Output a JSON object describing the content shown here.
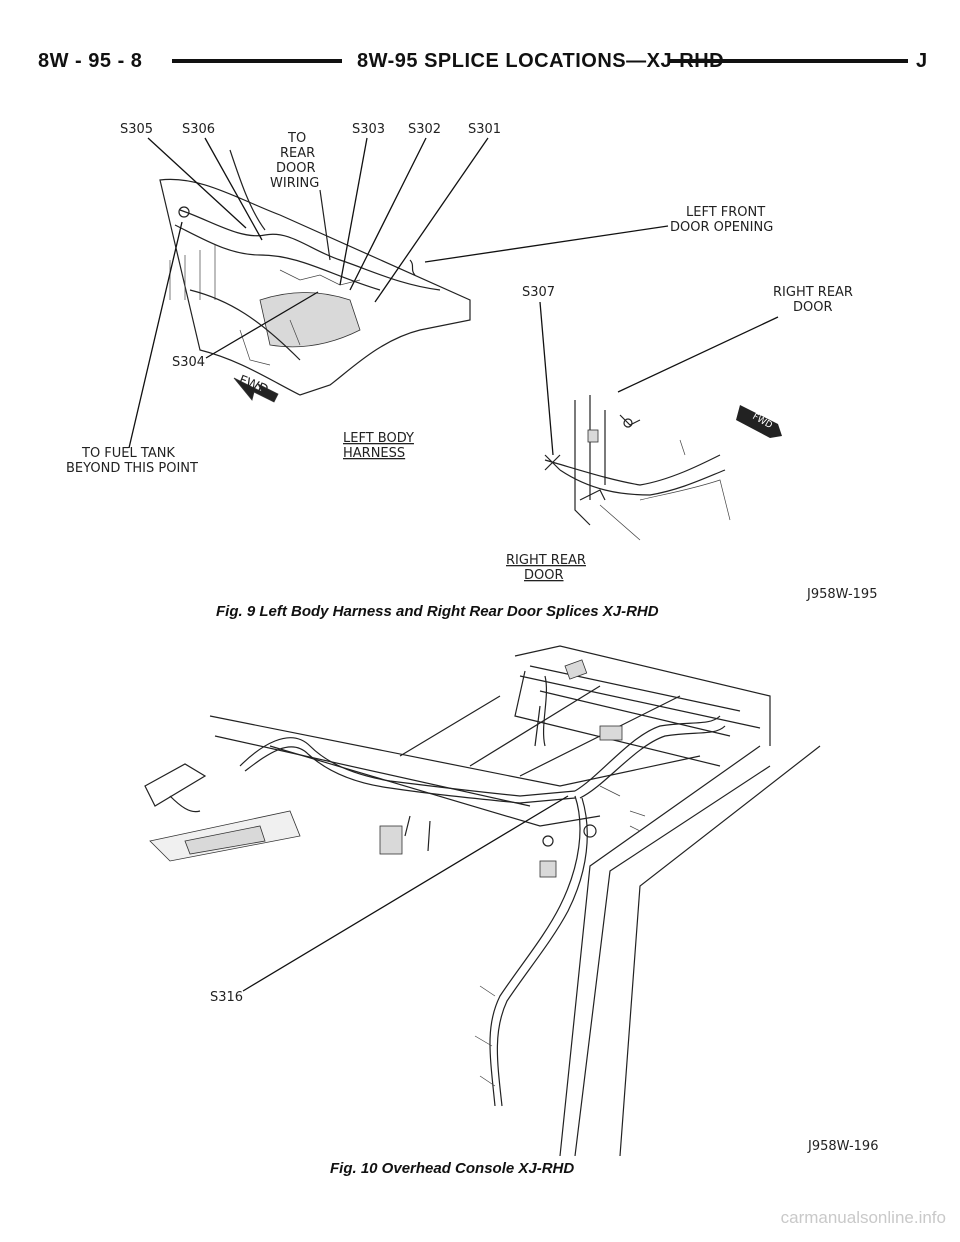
{
  "header": {
    "left": "8W - 95 - 8",
    "center": "8W-95 SPLICE LOCATIONS—XJ-RHD",
    "right": "J"
  },
  "figure9": {
    "labels": {
      "s305": "S305",
      "s306": "S306",
      "to_rear_door_wiring": [
        "TO",
        "REAR",
        "DOOR",
        "WIRING"
      ],
      "s303": "S303",
      "s302": "S302",
      "s301": "S301",
      "left_front_door_opening": [
        "LEFT FRONT",
        "DOOR OPENING"
      ],
      "s307": "S307",
      "right_rear_door_callout": [
        "RIGHT REAR",
        "DOOR"
      ],
      "s304": "S304",
      "fwd": "FWD",
      "to_fuel_tank": [
        "TO FUEL TANK",
        "BEYOND THIS POINT"
      ],
      "left_body_harness": [
        "LEFT BODY",
        "HARNESS"
      ],
      "right_rear_door_title": [
        "RIGHT REAR",
        "DOOR"
      ]
    },
    "ref": "J958W-195",
    "caption": "Fig. 9 Left Body Harness and Right Rear Door Splices XJ-RHD"
  },
  "figure10": {
    "labels": {
      "s316": "S316"
    },
    "ref": "J958W-196",
    "caption": "Fig. 10 Overhead Console XJ-RHD"
  },
  "watermark": "carmanualsonline.info"
}
